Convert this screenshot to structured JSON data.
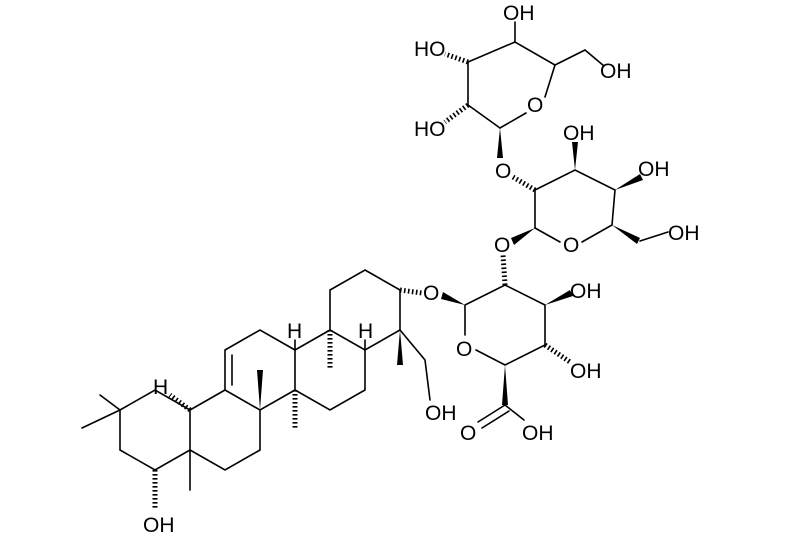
{
  "title": "Triterpenoid saponin structure",
  "labels": {
    "glc_oh4": "OH",
    "glc_ho3": "HO",
    "glc_oh6": "OH",
    "glc_ring_o": "O",
    "glc_ho2": "HO",
    "link_o1": "O",
    "gal_oh3": "OH",
    "gal_oh4": "OH",
    "gal_oh6": "OH",
    "gal_ring_o": "O",
    "link_o2": "O",
    "gluA_oh3": "OH",
    "gluA_ring_o": "O",
    "gluA_oh4": "OH",
    "link_o3": "O",
    "cooh_o": "O",
    "cooh_oh": "OH",
    "ch2oh": "OH",
    "h5": "H",
    "h9": "H",
    "h18": "H",
    "oh22": "OH"
  }
}
